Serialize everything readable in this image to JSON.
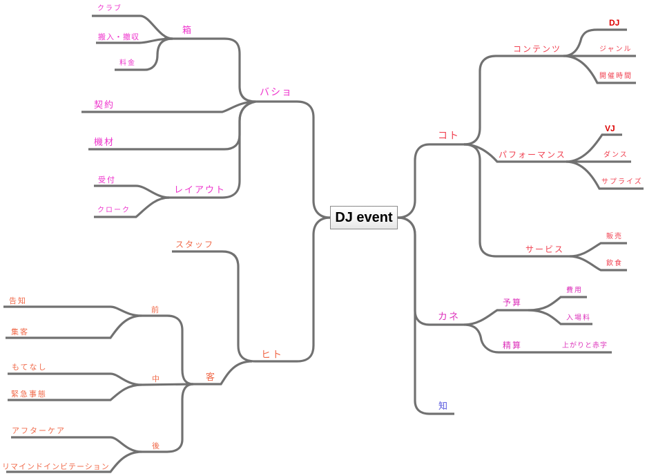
{
  "colors": {
    "edge": "#717171",
    "basho": "#ee33cc",
    "hito": "#f06a4a",
    "koto": "#f04050",
    "kane": "#dd33bb",
    "chi": "#5555dd",
    "highlight": "#dd0000"
  },
  "root": {
    "label": "DJ event"
  },
  "branches": {
    "basho": {
      "label": "バショ",
      "hako": {
        "label": "箱",
        "children": [
          "クラブ",
          "搬入・撤収",
          "料金"
        ]
      },
      "keiyaku": {
        "label": "契約"
      },
      "kizai": {
        "label": "機材"
      },
      "layout": {
        "label": "レイアウト",
        "children": [
          "受付",
          "クローク"
        ]
      }
    },
    "hito": {
      "label": "ヒト",
      "staff": {
        "label": "スタッフ"
      },
      "kyaku": {
        "label": "客",
        "mae": {
          "label": "前",
          "children": [
            "告知",
            "集客"
          ]
        },
        "naka": {
          "label": "中",
          "children": [
            "もてなし",
            "緊急事態"
          ]
        },
        "ato": {
          "label": "後",
          "children": [
            "アフターケア",
            "リマインドインビテーション"
          ]
        }
      }
    },
    "koto": {
      "label": "コト",
      "contents": {
        "label": "コンテンツ",
        "children": [
          "DJ",
          "ジャンル",
          "開催時間"
        ]
      },
      "performance": {
        "label": "パフォーマンス",
        "children": [
          "VJ",
          "ダンス",
          "サプライズ"
        ]
      },
      "service": {
        "label": "サービス",
        "children": [
          "販売",
          "飲食"
        ]
      }
    },
    "kane": {
      "label": "カネ",
      "yosan": {
        "label": "予算",
        "children": [
          "費用",
          "入場料"
        ]
      },
      "seisan": {
        "label": "精算",
        "children": [
          "上がりと赤字"
        ]
      }
    },
    "chi": {
      "label": "知"
    }
  }
}
